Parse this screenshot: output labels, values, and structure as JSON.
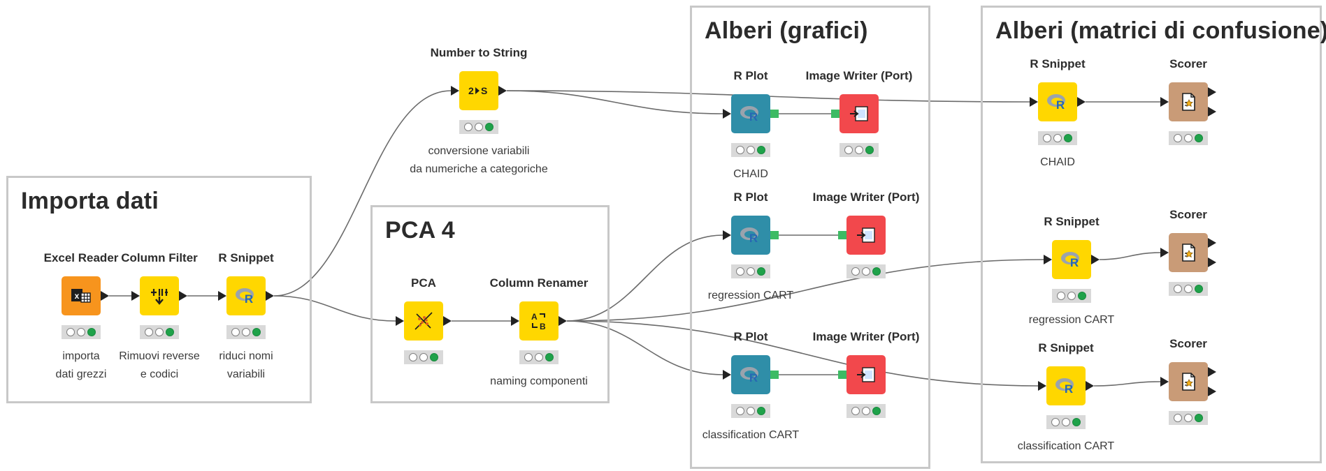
{
  "colors": {
    "reader": "#f7941d",
    "manipulator": "#ffd700",
    "visualizer": "#2f8ea8",
    "writer": "#f2484c",
    "scorer": "#c99b77",
    "wire": "#6b6b6b",
    "image_port": "#3dbb64",
    "status_green": "#1fa24a"
  },
  "annotations": [
    {
      "id": "importa-dati",
      "title": "Importa dati"
    },
    {
      "id": "pca-4",
      "title": "PCA 4"
    },
    {
      "id": "alberi-grafici",
      "title": "Alberi (grafici)"
    },
    {
      "id": "alberi-matrici",
      "title": "Alberi (matrici di confusione)"
    }
  ],
  "nodes": [
    {
      "id": "excel-reader",
      "title": "Excel Reader",
      "label": "importa\ndati grezzi",
      "kind": "reader",
      "icon": "excel-icon",
      "status": "executed"
    },
    {
      "id": "column-filter",
      "title": "Column Filter",
      "label": "Rimuovi reverse\ne codici",
      "kind": "manipulator",
      "icon": "column-filter-icon",
      "status": "executed"
    },
    {
      "id": "r-snippet-import",
      "title": "R Snippet",
      "label": "riduci nomi\nvariabili",
      "kind": "manipulator",
      "icon": "r-logo-icon",
      "status": "executed"
    },
    {
      "id": "number-to-string",
      "title": "Number to String",
      "label": "conversione variabili\nda numeriche a categoriche",
      "kind": "manipulator",
      "icon": "number-to-string-icon",
      "status": "executed"
    },
    {
      "id": "pca",
      "title": "PCA",
      "label": "",
      "kind": "manipulator",
      "icon": "pca-icon",
      "status": "executed"
    },
    {
      "id": "column-renamer",
      "title": "Column Renamer",
      "label": "naming componenti",
      "kind": "manipulator",
      "icon": "column-renamer-icon",
      "status": "executed"
    },
    {
      "id": "r-plot-chaid",
      "title": "R Plot",
      "label": "CHAID",
      "kind": "visualizer",
      "icon": "r-logo-icon",
      "status": "executed"
    },
    {
      "id": "image-writer-1",
      "title": "Image Writer (Port)",
      "label": "",
      "kind": "writer",
      "icon": "image-writer-icon",
      "status": "executed"
    },
    {
      "id": "r-plot-regression",
      "title": "R Plot",
      "label": "regression CART",
      "kind": "visualizer",
      "icon": "r-logo-icon",
      "status": "executed"
    },
    {
      "id": "image-writer-2",
      "title": "Image Writer (Port)",
      "label": "",
      "kind": "writer",
      "icon": "image-writer-icon",
      "status": "executed"
    },
    {
      "id": "r-plot-classification",
      "title": "R Plot",
      "label": "classification CART",
      "kind": "visualizer",
      "icon": "r-logo-icon",
      "status": "executed"
    },
    {
      "id": "image-writer-3",
      "title": "Image Writer (Port)",
      "label": "",
      "kind": "writer",
      "icon": "image-writer-icon",
      "status": "executed"
    },
    {
      "id": "r-snippet-chaid",
      "title": "R Snippet",
      "label": "CHAID",
      "kind": "manipulator",
      "icon": "r-logo-icon",
      "status": "executed"
    },
    {
      "id": "scorer-chaid",
      "title": "Scorer",
      "label": "",
      "kind": "scorer",
      "icon": "scorer-icon",
      "status": "executed"
    },
    {
      "id": "r-snippet-regression",
      "title": "R Snippet",
      "label": "regression CART",
      "kind": "manipulator",
      "icon": "r-logo-icon",
      "status": "executed"
    },
    {
      "id": "scorer-regression",
      "title": "Scorer",
      "label": "",
      "kind": "scorer",
      "icon": "scorer-icon",
      "status": "executed"
    },
    {
      "id": "r-snippet-classification",
      "title": "R Snippet",
      "label": "classification CART",
      "kind": "manipulator",
      "icon": "r-logo-icon",
      "status": "executed"
    },
    {
      "id": "scorer-classification",
      "title": "Scorer",
      "label": "",
      "kind": "scorer",
      "icon": "scorer-icon",
      "status": "executed"
    }
  ],
  "connections": [
    {
      "from": "excel-reader",
      "to": "column-filter"
    },
    {
      "from": "column-filter",
      "to": "r-snippet-import"
    },
    {
      "from": "r-snippet-import",
      "to": "number-to-string"
    },
    {
      "from": "r-snippet-import",
      "to": "pca"
    },
    {
      "from": "pca",
      "to": "column-renamer"
    },
    {
      "from": "number-to-string",
      "to": "r-plot-chaid"
    },
    {
      "from": "number-to-string",
      "to": "r-snippet-chaid"
    },
    {
      "from": "column-renamer",
      "to": "r-plot-regression"
    },
    {
      "from": "column-renamer",
      "to": "r-plot-classification"
    },
    {
      "from": "column-renamer",
      "to": "r-snippet-regression"
    },
    {
      "from": "column-renamer",
      "to": "r-snippet-classification"
    },
    {
      "from": "r-plot-chaid",
      "to": "image-writer-1"
    },
    {
      "from": "r-plot-regression",
      "to": "image-writer-2"
    },
    {
      "from": "r-plot-classification",
      "to": "image-writer-3"
    },
    {
      "from": "r-snippet-chaid",
      "to": "scorer-chaid"
    },
    {
      "from": "r-snippet-regression",
      "to": "scorer-regression"
    },
    {
      "from": "r-snippet-classification",
      "to": "scorer-classification"
    }
  ]
}
